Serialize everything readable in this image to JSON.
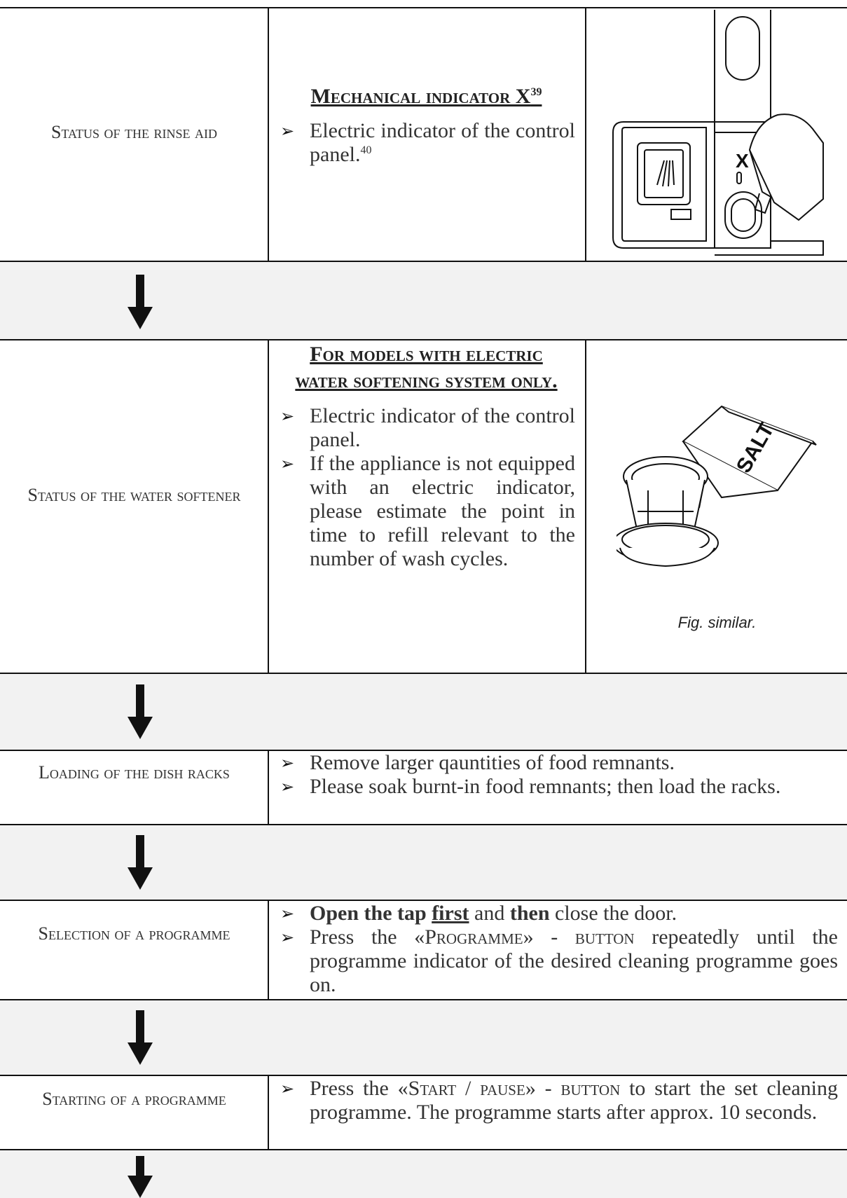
{
  "rows": {
    "rinse_aid": {
      "label": "Status of the rinse aid",
      "heading_main": "Mechanical indicator X",
      "heading_sup": "39",
      "bullet_1": "Electric indicator of the control panel.",
      "bullet_1_sup": "40"
    },
    "water_softener": {
      "label": "Status of the water softener",
      "heading": "For models with electric water softening system only.",
      "bullet_1": "Electric indicator of the control panel.",
      "bullet_2": "If the appliance is not equipped with an electric indicator, please estimate the point in time to refill relevant to the number of wash cycles.",
      "salt_text": "SALT",
      "caption": "Fig. similar."
    },
    "loading": {
      "label": "Loading of the dish racks",
      "bullet_1": "Remove larger qauntities of food remnants.",
      "bullet_2": "Please soak burnt-in food remnants; then load the racks."
    },
    "selection": {
      "label": "Selection of a programme",
      "b1_bold_1": "Open the tap",
      "b1_space_1": " ",
      "b1_bold_underline": "first",
      "b1_plain_1": " and ",
      "b1_bold_2": "then",
      "b1_plain_2": " close the door.",
      "b2_plain_1": "Press the «",
      "b2_sc_1": "Programme",
      "b2_plain_2": "» - ",
      "b2_sc_2": "button",
      "b2_plain_3": " repeatedly until the programme indicator of the desired cleaning programme goes on."
    },
    "starting": {
      "label": "Starting of a programme",
      "b1_plain_1": "Press the «",
      "b1_sc_1": "Start / pause",
      "b1_plain_2": "» - ",
      "b1_sc_2": "button",
      "b1_plain_3": " to start the set cleaning programme. The programme starts after approx. 10 seconds."
    }
  },
  "icons": {
    "bullet": "arrowhead-bullet-icon",
    "flow": "down-arrow-icon"
  },
  "colors": {
    "separator": "#f2f2f2",
    "rule": "#111111"
  }
}
